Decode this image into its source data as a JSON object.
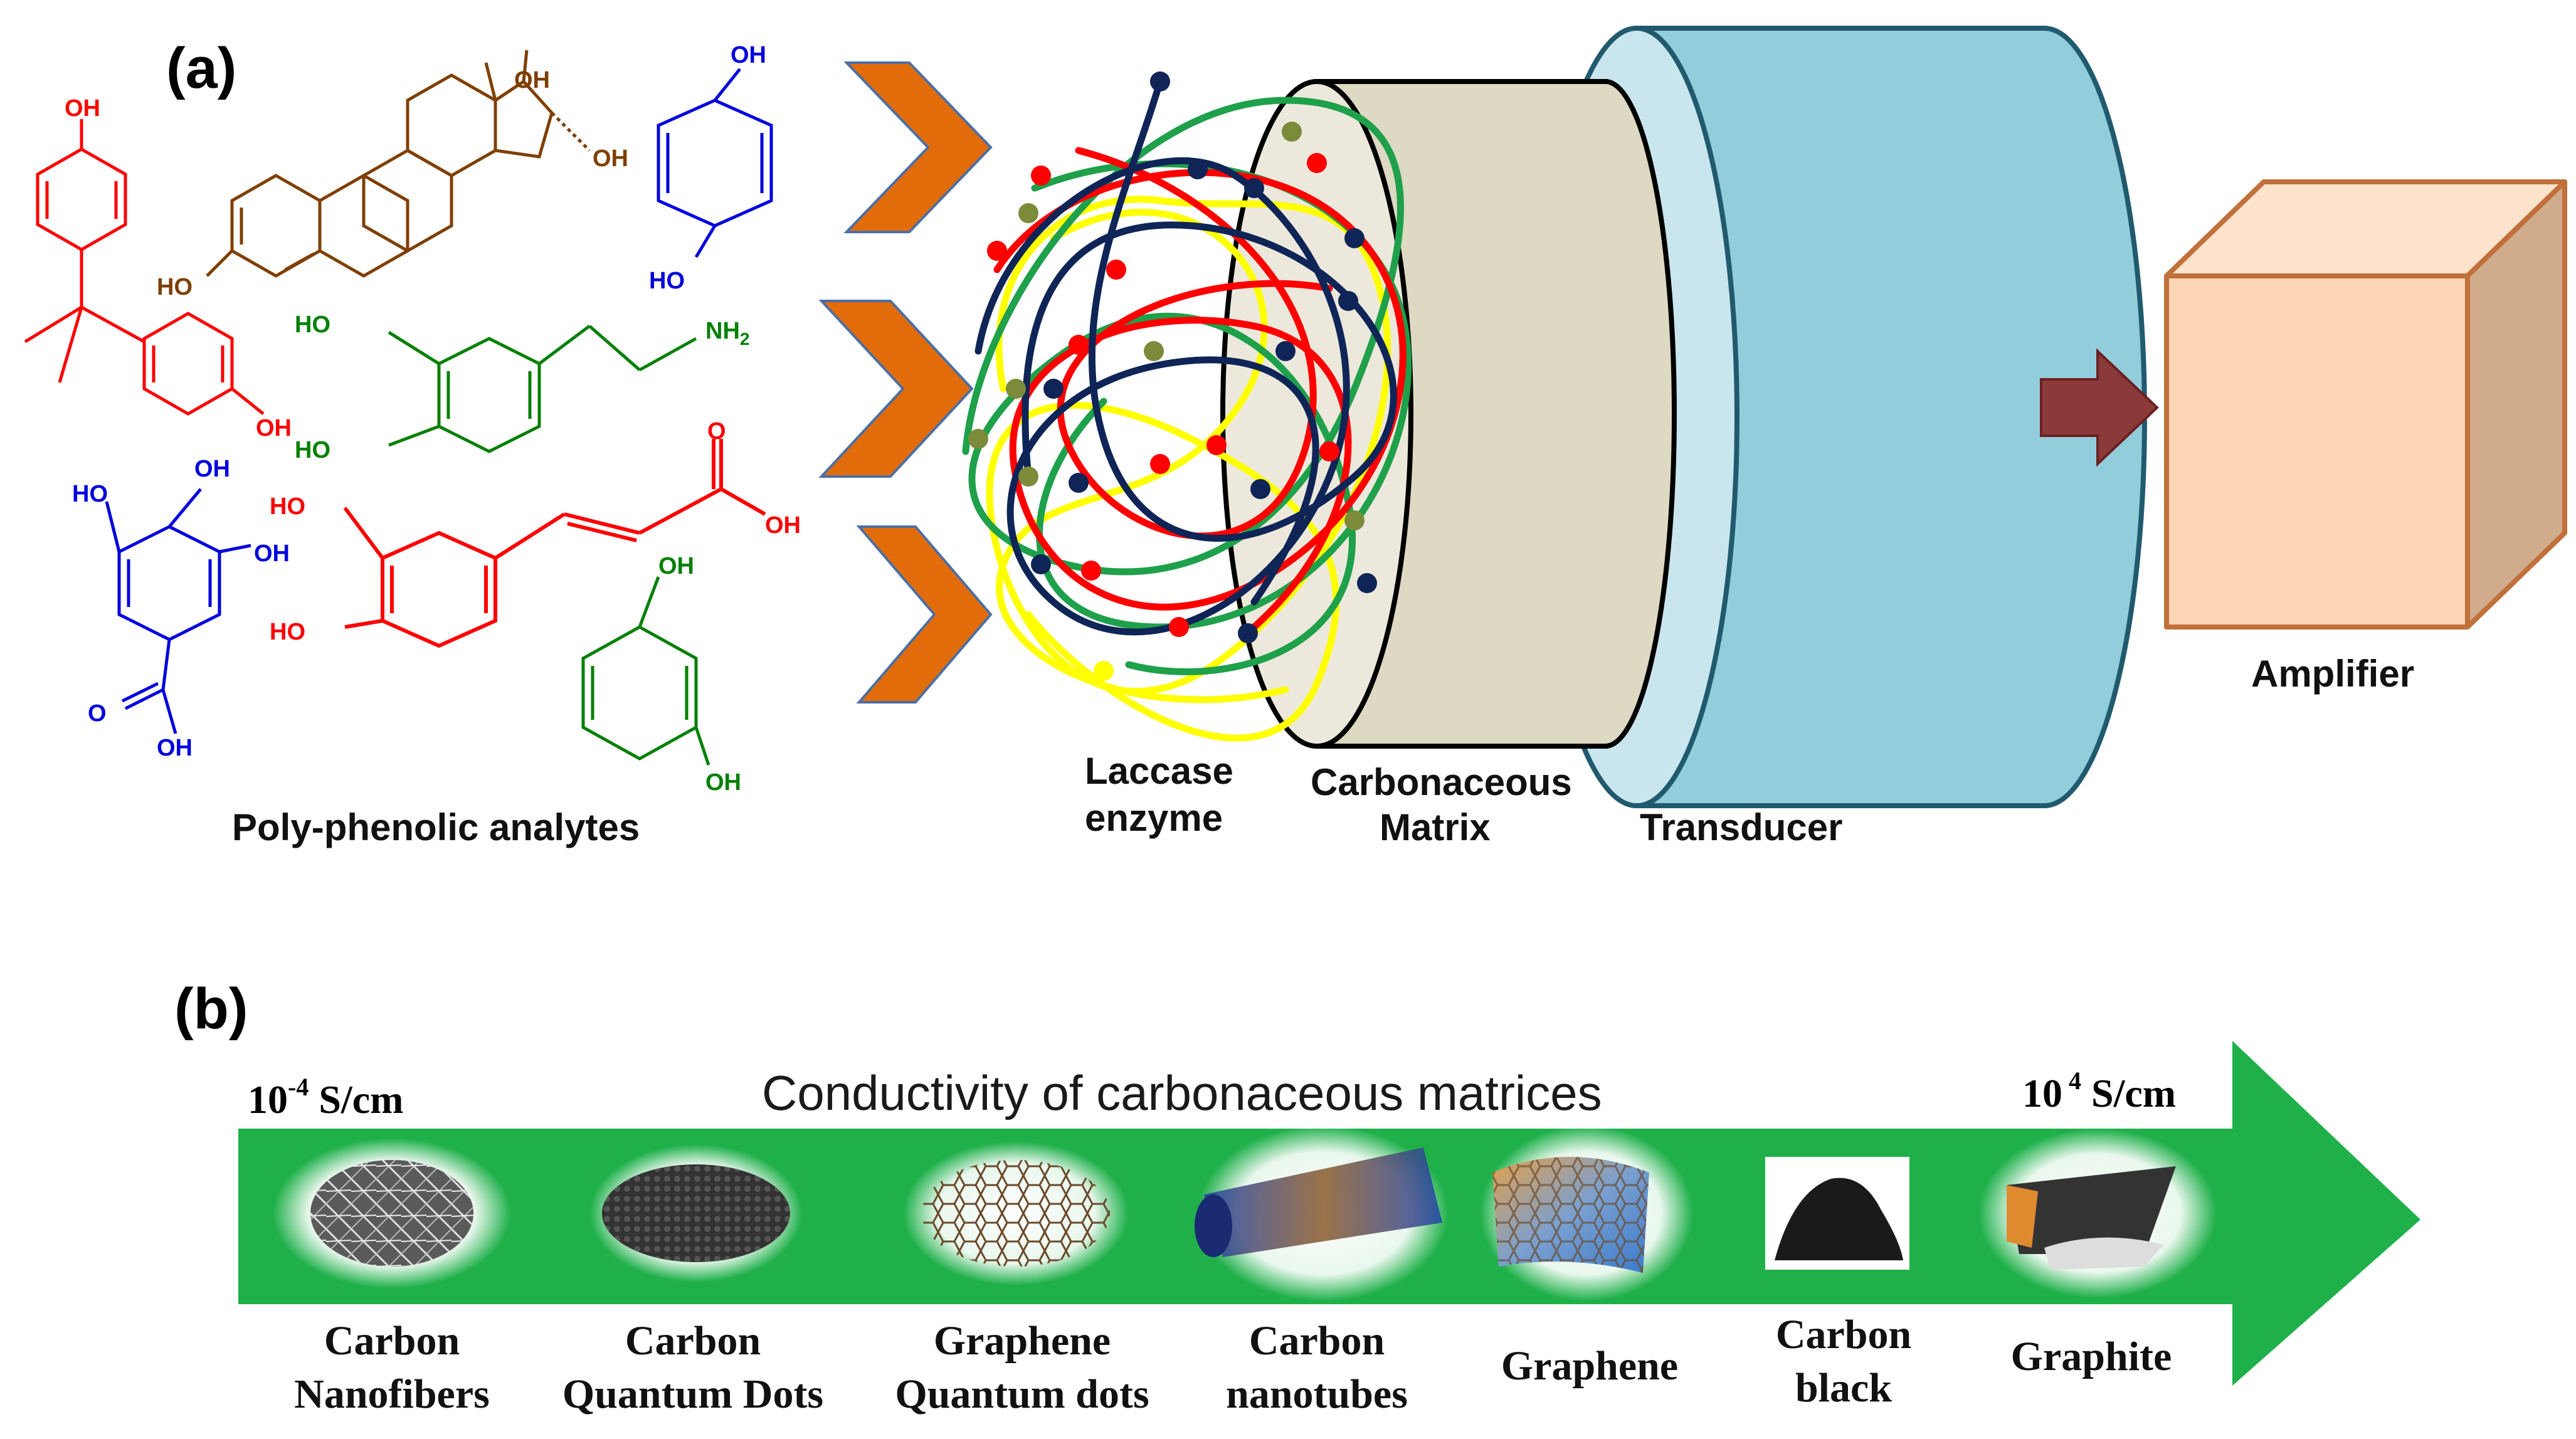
{
  "panel_a": {
    "label": "(a)",
    "analytes_caption": "Poly-phenolic analytes",
    "enzyme_label_line1": "Laccase",
    "enzyme_label_line2": "enzyme",
    "matrix_label_line1": "Carbonaceous",
    "matrix_label_line2": "Matrix",
    "transducer_label": "Transducer",
    "amplifier_label": "Amplifier",
    "groups": {
      "oh": "OH",
      "ho": "HO",
      "nh2": "NH",
      "nh2_sub": "2",
      "o": "O"
    }
  },
  "panel_b": {
    "label": "(b)",
    "arrow_title": "Conductivity of carbonaceous matrices",
    "low_value": "10",
    "low_exp": "-4",
    "low_unit": " S/cm",
    "high_value": "10",
    "high_exp": " 4",
    "high_unit": " S/cm",
    "materials": [
      {
        "line1": "Carbon",
        "line2": "Nanofibers"
      },
      {
        "line1": "Carbon",
        "line2": "Quantum Dots"
      },
      {
        "line1": "Graphene",
        "line2": "Quantum dots"
      },
      {
        "line1": "Carbon",
        "line2": "nanotubes"
      },
      {
        "line1": "Graphene",
        "line2": ""
      },
      {
        "line1": "Carbon",
        "line2": "black"
      },
      {
        "line1": "Graphite",
        "line2": ""
      }
    ]
  },
  "colors": {
    "chevron": "#e36c0a",
    "matrix": "#ddd9c3",
    "transducer": "#92cddc",
    "amplifier_front": "#fbd5b5",
    "amplifier_side": "#d0ab8c",
    "amplifier_edge": "#c0703a",
    "arrow_dark": "#8b3a3a",
    "green_arrow": "#1fb04a",
    "red": "#ff0000",
    "brown": "#7f3f00",
    "blue": "#0000dd",
    "green": "#008000",
    "navy": "#0f2557",
    "olive": "#7b8b3a",
    "yellow": "#ffff00"
  }
}
